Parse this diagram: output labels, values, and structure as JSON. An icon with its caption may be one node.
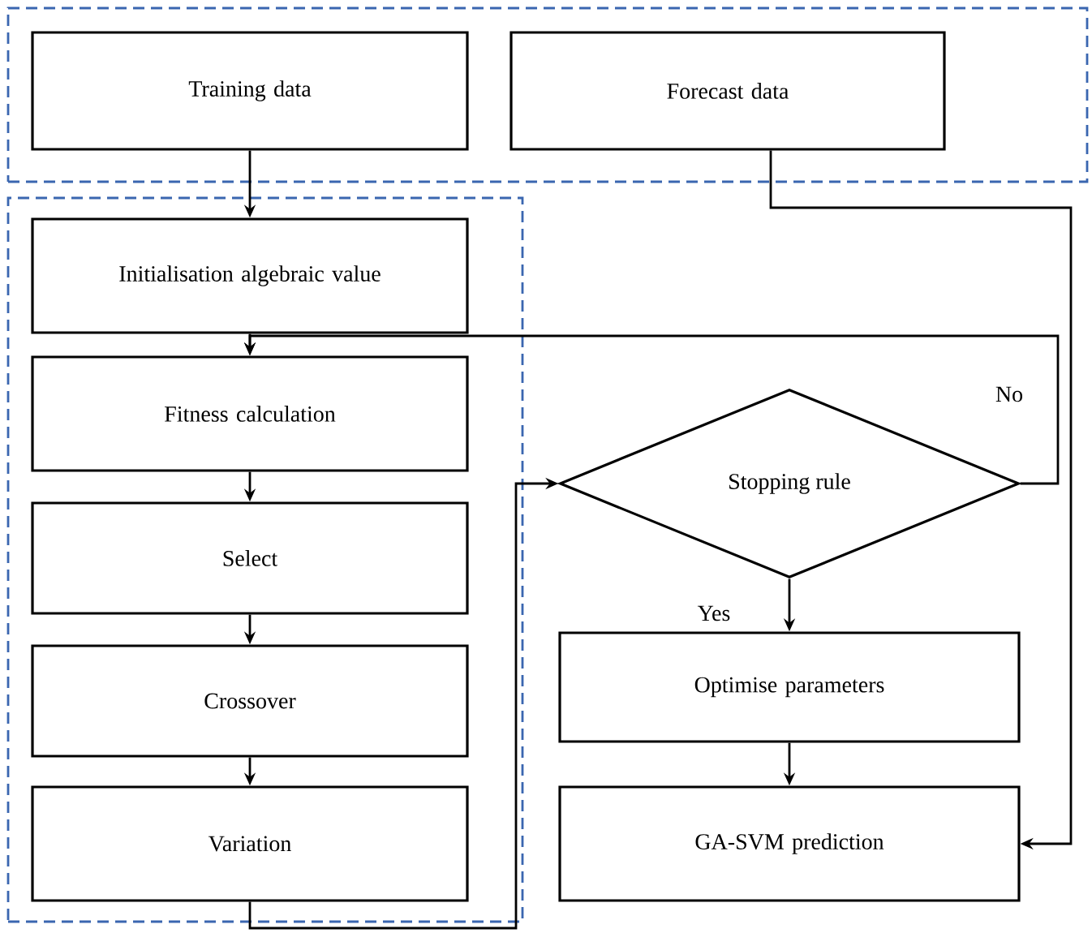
{
  "diagram": {
    "nodes": [
      {
        "text": [],
        "shape": "box"
      },
      {
        "text": [
          "Training data"
        ],
        "in": 0
      },
      {
        "text": [
          "Forecast data"
        ],
        "in": 0
      },
      {
        "text": [],
        "shape": "box"
      },
      {
        "text": [
          "Initialisation algebraic value"
        ],
        "in": 3
      },
      {
        "text": [
          "Fitness calculation"
        ],
        "in": 3
      },
      {
        "text": [
          "Select"
        ],
        "in": 3
      },
      {
        "text": [
          "Crossover"
        ],
        "in": 3
      },
      {
        "text": [
          "Variation"
        ],
        "in": 3
      },
      {
        "text": [
          "Stopping rule"
        ]
      },
      {
        "text": [
          "Optimise parameters"
        ]
      },
      {
        "text": [
          "GA-SVM prediction"
        ]
      }
    ],
    "edges": [
      {
        "from": 1,
        "to": 4,
        "arrow": "to"
      },
      {
        "from": 4,
        "to": 5,
        "arrow": "to"
      },
      {
        "from": 9,
        "to": 5,
        "arrow": "to",
        "label": "No"
      },
      {
        "from": 5,
        "to": 6,
        "arrow": "to"
      },
      {
        "from": 6,
        "to": 7,
        "arrow": "to"
      },
      {
        "from": 7,
        "to": 8,
        "arrow": "to"
      },
      {
        "from": 8,
        "to": 9,
        "arrow": "to"
      },
      {
        "from": 9,
        "to": 10,
        "arrow": "to",
        "label": "Yes"
      },
      {
        "from": 10,
        "to": 11,
        "arrow": "to"
      },
      {
        "from": 2,
        "to": 11,
        "arrow": "to"
      }
    ]
  }
}
